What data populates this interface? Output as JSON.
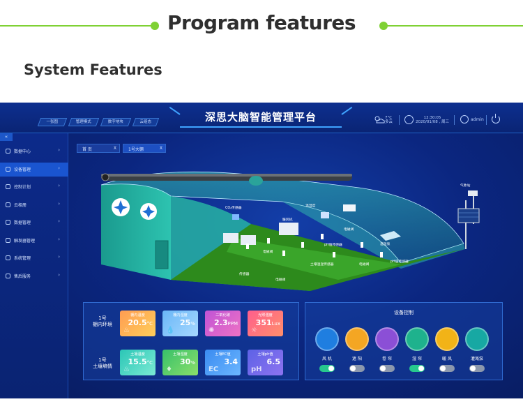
{
  "header": {
    "banner_title": "Program features",
    "section_title": "System Features",
    "accent": "#7fd134"
  },
  "app": {
    "title": "深思大脑智能管理平台",
    "nav_tabs": [
      "一张图",
      "管理模式",
      "数字地块",
      "云组态"
    ],
    "weather": {
      "temp": "7°C",
      "desc": "多云"
    },
    "time": {
      "clock": "12:30:05",
      "date": "2020/01/08 , 周三"
    },
    "user": "admin",
    "collapse_icon": "«"
  },
  "sidebar": {
    "items": [
      {
        "label": "数据中心",
        "icon": "database-icon"
      },
      {
        "label": "设备管理",
        "icon": "gear-icon",
        "active": true
      },
      {
        "label": "控制计划",
        "icon": "calendar-icon"
      },
      {
        "label": "云相册",
        "icon": "grid-icon"
      },
      {
        "label": "数据管理",
        "icon": "folder-icon"
      },
      {
        "label": "触发器管理",
        "icon": "trigger-icon"
      },
      {
        "label": "系统管理",
        "icon": "settings-icon"
      },
      {
        "label": "售后服务",
        "icon": "service-icon"
      }
    ],
    "chevron": "›"
  },
  "page_tabs": [
    {
      "label": "首 页",
      "close": "X"
    },
    {
      "label": "1号大棚",
      "close": "X",
      "active": true
    }
  ],
  "scene": {
    "labels": {
      "co2": "CO₂传感器",
      "temp_hum": "温湿度",
      "fan_unit": "暖风机",
      "weather_station": "气象站",
      "ph1": "pH值传感器",
      "valve1": "电磁阀",
      "valve2": "电磁阀",
      "valve3": "电磁阀",
      "valve4": "电磁阀",
      "soil_temp": "土壤温湿传感器",
      "humidifier": "温湿泵",
      "ph2": "pH值传感器",
      "sensor_left": "传感器"
    }
  },
  "env": {
    "air_label": "1号\n棚内环境",
    "soil_label": "1号\n土壤墒情",
    "air_tiles": [
      {
        "title": "棚内温度",
        "value": "20.5",
        "unit": "°C",
        "icon": "thermometer-icon",
        "glyph": "♨",
        "color": "#ff9c52",
        "color2": "#ffcf5a"
      },
      {
        "title": "棚内湿度",
        "value": "25",
        "unit": "%",
        "icon": "droplet-icon",
        "glyph": "💧",
        "color": "#6ab7f7",
        "color2": "#a6d8ff"
      },
      {
        "title": "二氧化碳",
        "value": "2.3",
        "unit": "PPM",
        "icon": "co2-icon",
        "glyph": "✺",
        "color": "#c054d6",
        "color2": "#ee72c4"
      },
      {
        "title": "光照强度",
        "value": "351",
        "unit": "Lux",
        "icon": "sun-icon",
        "glyph": "☼",
        "color": "#ff5e8d",
        "color2": "#ff8f6b"
      }
    ],
    "soil_tiles": [
      {
        "title": "土壤温度",
        "value": "15.5",
        "unit": "°C",
        "icon": "thermometer-icon",
        "glyph": "♨",
        "color": "#2bc6b6",
        "color2": "#7bead4"
      },
      {
        "title": "土壤湿度",
        "value": "30",
        "unit": "%",
        "icon": "droplet-icon",
        "glyph": "♦",
        "color": "#38c06a",
        "color2": "#8ae06a"
      },
      {
        "title": "土壤EC值",
        "value": "3.4",
        "unit": "",
        "icon": "ec-icon",
        "glyph": "EC",
        "color": "#3a8bf0",
        "color2": "#6bb6ff"
      },
      {
        "title": "土壤ph值",
        "value": "6.5",
        "unit": "",
        "icon": "ph-icon",
        "glyph": "pH",
        "color": "#5d62e6",
        "color2": "#8d73f0"
      }
    ]
  },
  "devices": {
    "title": "设备控制",
    "items": [
      {
        "label": "风 机",
        "icon": "fan-icon",
        "color": "#1f7ee0",
        "on": true
      },
      {
        "label": "遮 阳",
        "icon": "sunshade-icon",
        "color": "#f4a623",
        "on": false
      },
      {
        "label": "卷 帘",
        "icon": "curtain-icon",
        "color": "#8b4fd6",
        "on": false
      },
      {
        "label": "湿 帘",
        "icon": "wet-curtain-icon",
        "color": "#1eb28d",
        "on": true
      },
      {
        "label": "暖 风",
        "icon": "heater-icon",
        "color": "#f2b317",
        "on": false
      },
      {
        "label": "灌溉泵",
        "icon": "pump-icon",
        "color": "#17a8a3",
        "on": false
      }
    ],
    "on_color": "#27c88e",
    "off_color": "#8c98ad"
  }
}
